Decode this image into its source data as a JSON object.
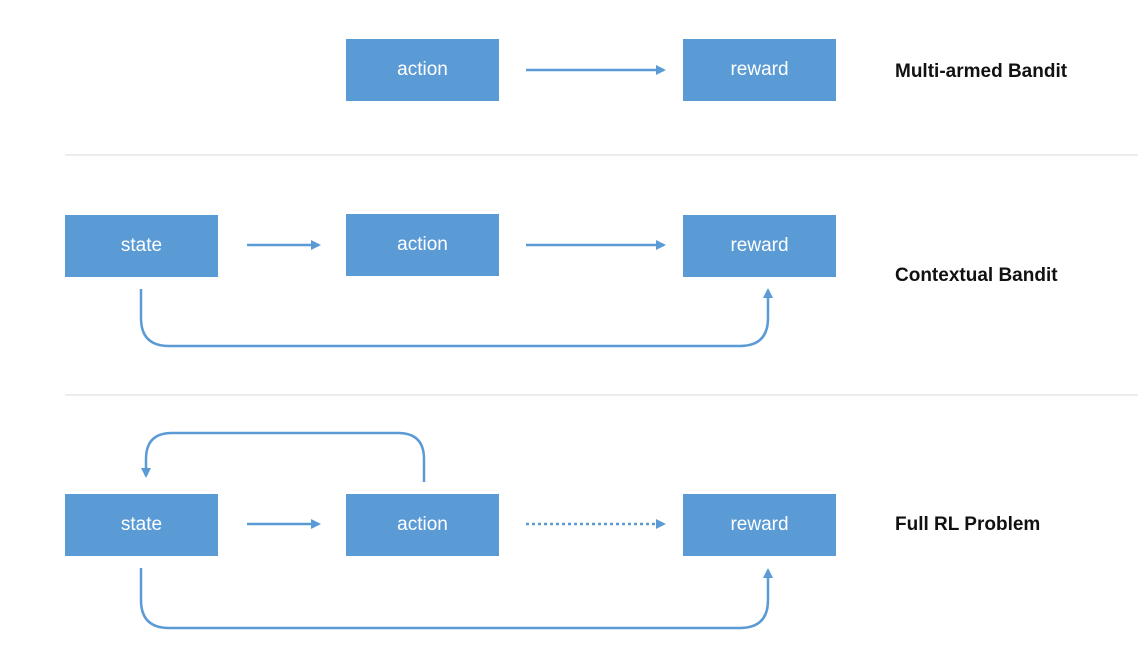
{
  "colors": {
    "box_fill": "#5b9bd5",
    "box_text": "#ffffff",
    "arrow": "#5b9bd5",
    "divider": "#d9d9d9",
    "label_text": "#111111"
  },
  "rows": [
    {
      "label": "Multi-armed Bandit",
      "nodes": {
        "action": "action",
        "reward": "reward"
      }
    },
    {
      "label": "Contextual Bandit",
      "nodes": {
        "state": "state",
        "action": "action",
        "reward": "reward"
      }
    },
    {
      "label": "Full RL Problem",
      "nodes": {
        "state": "state",
        "action": "action",
        "reward": "reward"
      }
    }
  ],
  "edges": [
    {
      "row": 0,
      "from": "action",
      "to": "reward",
      "style": "solid"
    },
    {
      "row": 1,
      "from": "state",
      "to": "action",
      "style": "solid"
    },
    {
      "row": 1,
      "from": "action",
      "to": "reward",
      "style": "solid"
    },
    {
      "row": 1,
      "from": "state",
      "to": "reward",
      "style": "solid",
      "route": "below"
    },
    {
      "row": 2,
      "from": "state",
      "to": "action",
      "style": "solid"
    },
    {
      "row": 2,
      "from": "action",
      "to": "reward",
      "style": "dotted"
    },
    {
      "row": 2,
      "from": "action",
      "to": "state",
      "style": "solid",
      "route": "above"
    },
    {
      "row": 2,
      "from": "state",
      "to": "reward",
      "style": "solid",
      "route": "below"
    }
  ]
}
